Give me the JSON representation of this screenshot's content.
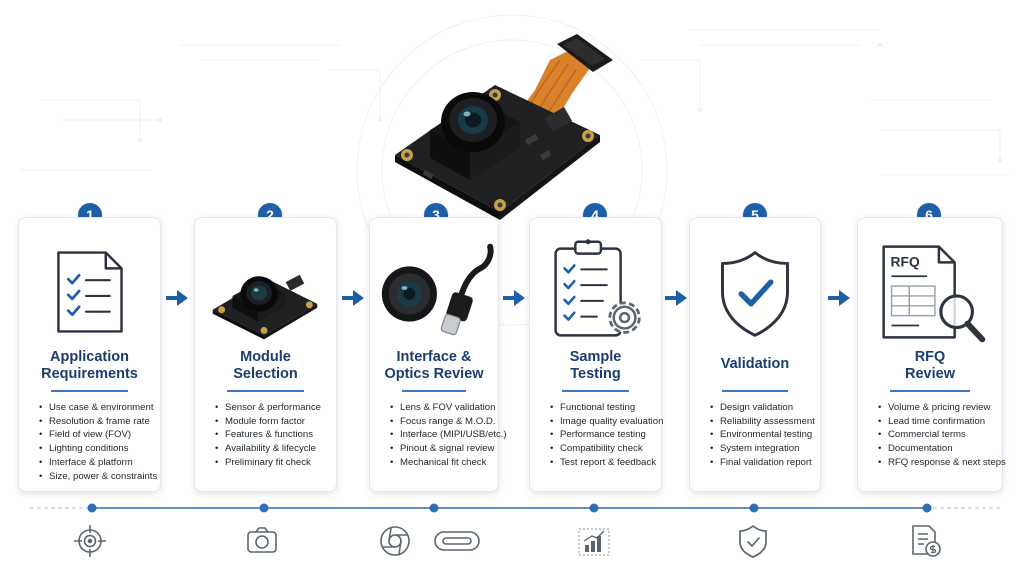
{
  "steps": [
    {
      "number": "1",
      "title_line1": "Application",
      "title_line2": "Requirements",
      "icon": "document-checklist-icon",
      "items": [
        "Use case & environment",
        "Resolution & frame rate",
        "Field of view (FOV)",
        "Lighting conditions",
        "Interface & platform",
        "Size, power & constraints"
      ],
      "footer_icon": "target-icon"
    },
    {
      "number": "2",
      "title_line1": "Module",
      "title_line2": "Selection",
      "icon": "camera-module-icon",
      "items": [
        "Sensor & performance",
        "Module form factor",
        "Features & functions",
        "Availability & lifecycle",
        "Preliminary fit check"
      ],
      "footer_icon": "camera-icon"
    },
    {
      "number": "3",
      "title_line1": "Interface &",
      "title_line2": "Optics Review",
      "icon": "lens-and-usb-cable-icon",
      "items": [
        "Lens & FOV validation",
        "Focus range & M.O.D.",
        "Interface (MIPI/USB/etc.)",
        "Pinout & signal review",
        "Mechanical fit check"
      ],
      "footer_icon": "aperture-and-usb-c-icon"
    },
    {
      "number": "4",
      "title_line1": "Sample",
      "title_line2": "Testing",
      "icon": "clipboard-gear-icon",
      "items": [
        "Functional testing",
        "Image quality evaluation",
        "Performance testing",
        "Compatibility check",
        "Test report & feedback"
      ],
      "footer_icon": "bar-chart-icon"
    },
    {
      "number": "5",
      "title_line1": "Validation",
      "title_line2": "",
      "icon": "shield-check-icon",
      "items": [
        "Design validation",
        "Reliability assessment",
        "Environmental testing",
        "System integration",
        "Final validation report"
      ],
      "footer_icon": "shield-check-small-icon"
    },
    {
      "number": "6",
      "title_line1": "RFQ",
      "title_line2": "Review",
      "icon": "rfq-document-magnifier-icon",
      "rfq_label": "RFQ",
      "items": [
        "Volume & pricing review",
        "Lead time confirmation",
        "Commercial terms",
        "Documentation",
        "RFQ response & next steps"
      ],
      "footer_icon": "document-dollar-icon"
    }
  ],
  "hero_icon": "camera-module-with-flex-cable-icon",
  "colors": {
    "accent": "#1f5fa8",
    "title": "#1b3d6e",
    "card_border": "#e3e7ec",
    "timeline": "#2f6db5",
    "icon_gray": "#5b6572"
  }
}
